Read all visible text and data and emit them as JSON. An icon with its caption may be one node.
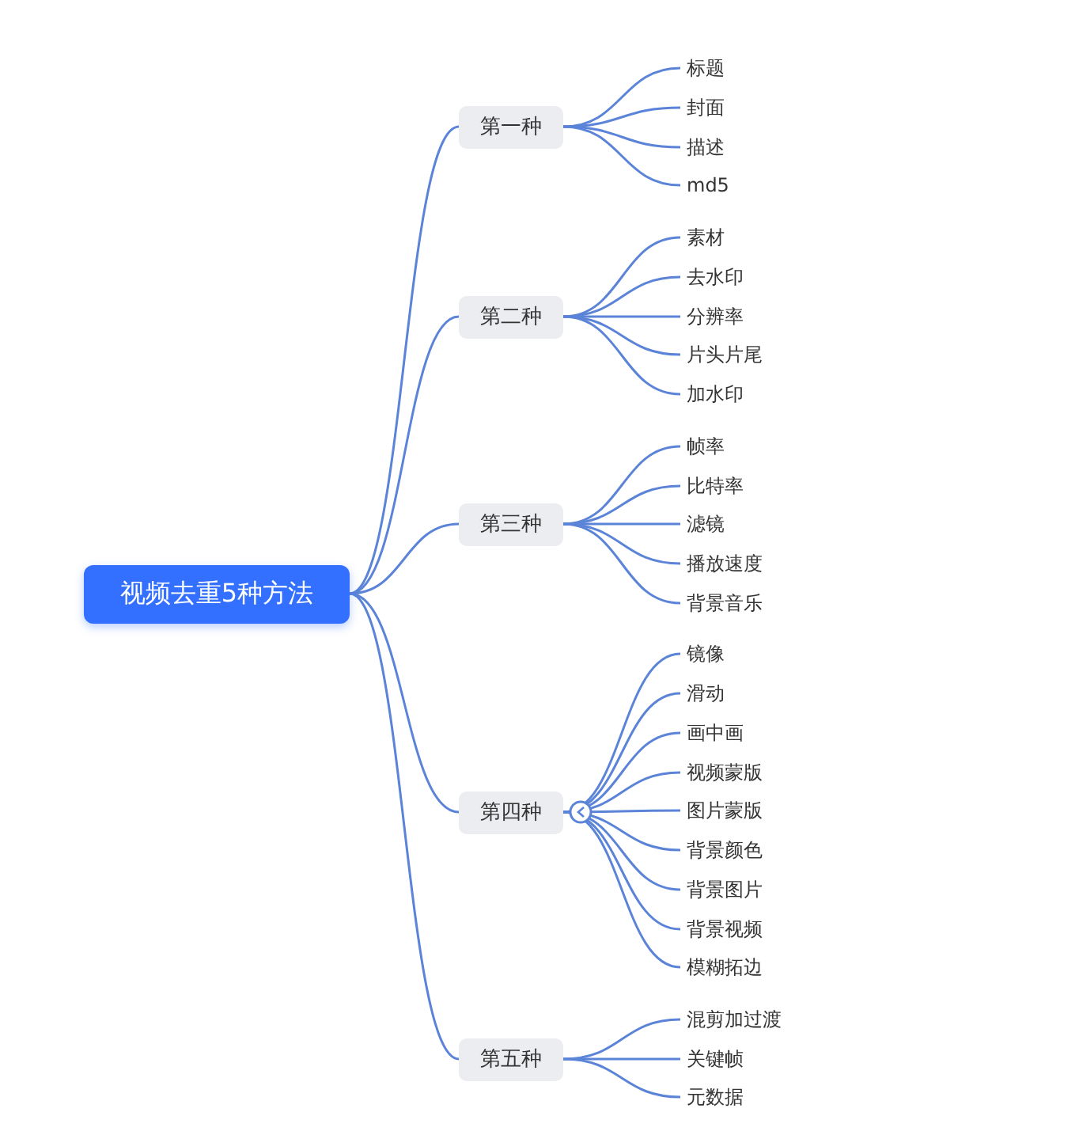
{
  "diagram": {
    "nodes": [
      {
        "text": [
          "视频去重5种方法"
        ]
      },
      {
        "text": [
          "第一种"
        ]
      },
      {
        "text": [
          "标题"
        ]
      },
      {
        "text": [
          "封面"
        ]
      },
      {
        "text": [
          "描述"
        ]
      },
      {
        "text": [
          "md5"
        ]
      },
      {
        "text": [
          "第二种"
        ]
      },
      {
        "text": [
          "素材"
        ]
      },
      {
        "text": [
          "去水印"
        ]
      },
      {
        "text": [
          "分辨率"
        ]
      },
      {
        "text": [
          "片头片尾"
        ]
      },
      {
        "text": [
          "加水印"
        ]
      },
      {
        "text": [
          "第三种"
        ]
      },
      {
        "text": [
          "帧率"
        ]
      },
      {
        "text": [
          "比特率"
        ]
      },
      {
        "text": [
          "滤镜"
        ]
      },
      {
        "text": [
          "播放速度"
        ]
      },
      {
        "text": [
          "背景音乐"
        ]
      },
      {
        "text": [
          "第四种"
        ]
      },
      {
        "text": [
          "镜像"
        ]
      },
      {
        "text": [
          "滑动"
        ]
      },
      {
        "text": [
          "画中画"
        ]
      },
      {
        "text": [
          "视频蒙版"
        ]
      },
      {
        "text": [
          "图片蒙版"
        ]
      },
      {
        "text": [
          "背景颜色"
        ]
      },
      {
        "text": [
          "背景图片"
        ]
      },
      {
        "text": [
          "背景视频"
        ]
      },
      {
        "text": [
          "模糊拓边"
        ]
      },
      {
        "text": [
          "第五种"
        ]
      },
      {
        "text": [
          "混剪加过渡"
        ]
      },
      {
        "text": [
          "关键帧"
        ]
      },
      {
        "text": [
          "元数据"
        ]
      }
    ],
    "edges": [
      {
        "from": 0,
        "to": 1,
        "arrow": "none"
      },
      {
        "from": 0,
        "to": 6,
        "arrow": "none"
      },
      {
        "from": 0,
        "to": 12,
        "arrow": "none"
      },
      {
        "from": 0,
        "to": 18,
        "arrow": "none"
      },
      {
        "from": 0,
        "to": 28,
        "arrow": "none"
      },
      {
        "from": 1,
        "to": 2,
        "arrow": "none"
      },
      {
        "from": 1,
        "to": 3,
        "arrow": "none"
      },
      {
        "from": 1,
        "to": 4,
        "arrow": "none"
      },
      {
        "from": 1,
        "to": 5,
        "arrow": "none"
      },
      {
        "from": 6,
        "to": 7,
        "arrow": "none"
      },
      {
        "from": 6,
        "to": 8,
        "arrow": "none"
      },
      {
        "from": 6,
        "to": 9,
        "arrow": "none"
      },
      {
        "from": 6,
        "to": 10,
        "arrow": "none"
      },
      {
        "from": 6,
        "to": 11,
        "arrow": "none"
      },
      {
        "from": 12,
        "to": 13,
        "arrow": "none"
      },
      {
        "from": 12,
        "to": 14,
        "arrow": "none"
      },
      {
        "from": 12,
        "to": 15,
        "arrow": "none"
      },
      {
        "from": 12,
        "to": 16,
        "arrow": "none"
      },
      {
        "from": 12,
        "to": 17,
        "arrow": "none"
      },
      {
        "from": 18,
        "to": 19,
        "arrow": "none"
      },
      {
        "from": 18,
        "to": 20,
        "arrow": "none"
      },
      {
        "from": 18,
        "to": 21,
        "arrow": "none"
      },
      {
        "from": 18,
        "to": 22,
        "arrow": "none"
      },
      {
        "from": 18,
        "to": 23,
        "arrow": "none"
      },
      {
        "from": 18,
        "to": 24,
        "arrow": "none"
      },
      {
        "from": 18,
        "to": 25,
        "arrow": "none"
      },
      {
        "from": 18,
        "to": 26,
        "arrow": "none"
      },
      {
        "from": 18,
        "to": 27,
        "arrow": "none"
      },
      {
        "from": 28,
        "to": 29,
        "arrow": "none"
      },
      {
        "from": 28,
        "to": 30,
        "arrow": "none"
      },
      {
        "from": 28,
        "to": 31,
        "arrow": "none"
      }
    ]
  }
}
